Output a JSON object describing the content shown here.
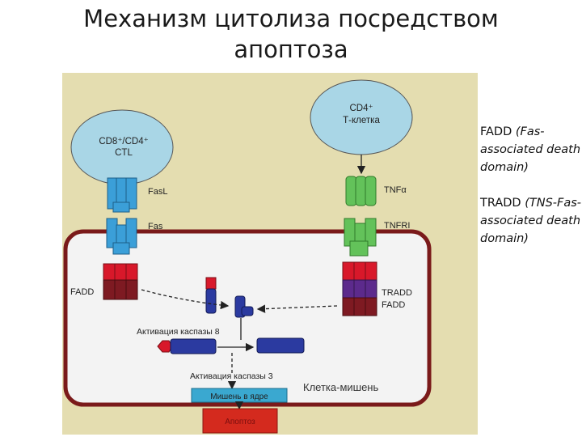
{
  "slide": {
    "title_line1": "Механизм цитолиза посредством",
    "title_line2": "апоптоза"
  },
  "diagram": {
    "cell_ctl": {
      "line1": "CD8⁺/CD4⁺",
      "line2": "CTL"
    },
    "cell_cd4": {
      "line1": "CD4⁺",
      "line2": "Т-клетка"
    },
    "labels": {
      "fasl": "FasL",
      "fas": "Fas",
      "fadd_left": "FADD",
      "tnf": "TNFα",
      "tnfr": "TNFRI",
      "tradd": "TRADD",
      "fadd_right": "FADD",
      "caspase8": "Активация каспазы 8",
      "caspase3": "Активация каспазы 3",
      "target_cell": "Клетка-мишень",
      "nucleus": "Мишень в ядре",
      "apoptosis": "Апоптоз"
    }
  },
  "notes": {
    "fadd_abbr": "FADD",
    "fadd_expansion": "(Fas-associated death domain)",
    "tradd_abbr": "TRADD",
    "tradd_expansion": "(TNS-Fas-associated death domain)"
  },
  "colors": {
    "background": "#e4ddb0",
    "cell_fill": "#a9d6e6",
    "receptor_blue": "#3b9fd8",
    "receptor_green": "#63c25a",
    "death_red": "#d8182a",
    "death_dark": "#7e1a22",
    "tradd_purple": "#5c2a8c",
    "caspase_navy": "#2b3aa0",
    "apoptosis_red": "#d42a1e"
  }
}
